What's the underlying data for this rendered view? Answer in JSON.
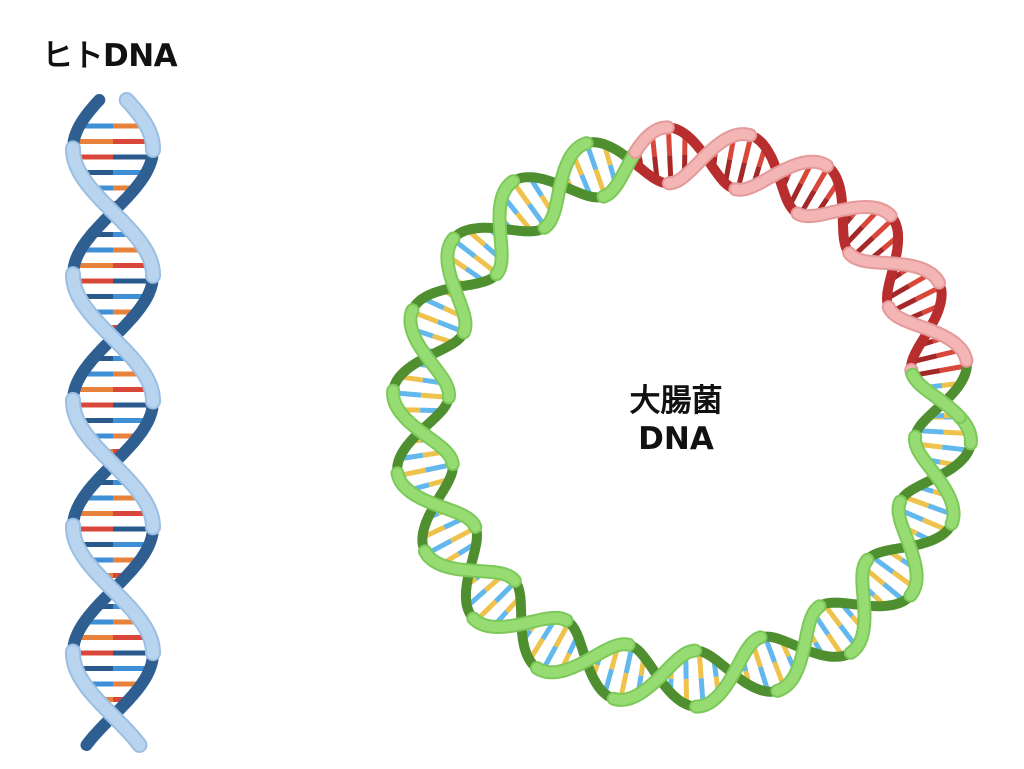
{
  "labels": {
    "human_dna": "ヒトDNA",
    "ecoli_line1": "大腸菌",
    "ecoli_line2": "DNA"
  },
  "colors": {
    "linear_strand_front": "#b8d4ee",
    "linear_strand_back": "#2f5f91",
    "circular_strand_front": "#97dc72",
    "circular_strand_back": "#4f8f30",
    "highlight_strand_front": "#f4b5b5",
    "highlight_strand_back": "#b82d2d",
    "base_blue": "#3f8fd6",
    "base_orange": "#e8813b",
    "base_red": "#d9473a",
    "base_navy": "#2a5a8c",
    "base_yellow": "#eec24c",
    "base_sky": "#62b8ec",
    "base_darkred": "#a42828"
  }
}
